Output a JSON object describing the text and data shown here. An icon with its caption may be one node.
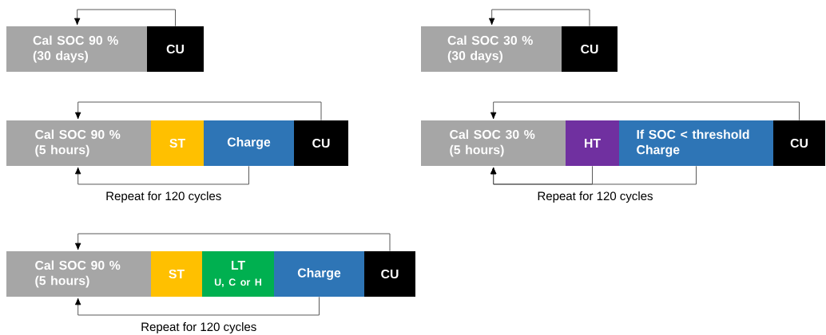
{
  "diagram": {
    "nodes": [
      {
        "text": [
          "Cal SOC 90 % (30 days)"
        ]
      },
      {
        "text": [
          "CU"
        ]
      },
      {
        "text": [
          "Cal SOC 30 % (30 days)"
        ]
      },
      {
        "text": [
          "CU"
        ]
      },
      {
        "text": [
          "Cal SOC 90 % (5 hours)"
        ]
      },
      {
        "text": [
          "ST"
        ]
      },
      {
        "text": [
          "Charge"
        ]
      },
      {
        "text": [
          "CU"
        ]
      },
      {
        "text": [
          "Cal SOC 30 % (5 hours)"
        ]
      },
      {
        "text": [
          "HT"
        ]
      },
      {
        "text": [
          "If SOC < threshold Charge"
        ]
      },
      {
        "text": [
          "CU"
        ]
      },
      {
        "text": [
          "Cal SOC 90 % (5 hours)"
        ]
      },
      {
        "text": [
          "ST"
        ]
      },
      {
        "text": [
          "LT",
          "U, C or H"
        ]
      },
      {
        "text": [
          "Charge"
        ]
      },
      {
        "text": [
          "CU"
        ]
      }
    ],
    "edges": [
      {
        "from": 1,
        "to": 0,
        "arrow": "to"
      },
      {
        "from": 3,
        "to": 2,
        "arrow": "to"
      },
      {
        "from": 7,
        "to": 4,
        "arrow": "to"
      },
      {
        "from": 6,
        "to": 4,
        "arrow": "to",
        "label": "Repeat for 120 cycles"
      },
      {
        "from": 11,
        "to": 8,
        "arrow": "to"
      },
      {
        "from": 9,
        "to": 8,
        "arrow": "to"
      },
      {
        "from": 10,
        "to": 8,
        "arrow": "to",
        "label": "Repeat for 120 cycles"
      },
      {
        "from": 16,
        "to": 12,
        "arrow": "to"
      },
      {
        "from": 15,
        "to": 12,
        "arrow": "to",
        "label": "Repeat for 120 cycles"
      }
    ]
  }
}
